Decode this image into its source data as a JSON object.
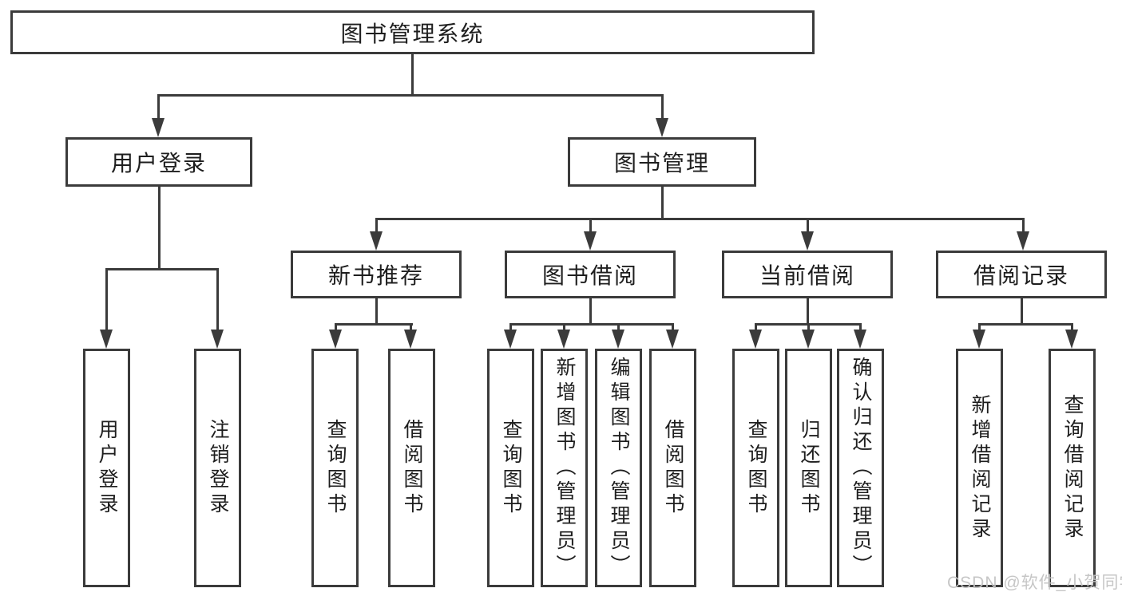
{
  "diagram": {
    "title": "图书管理系统",
    "root": {
      "label": "图书管理系统"
    },
    "level2": [
      {
        "label": "用户登录"
      },
      {
        "label": "图书管理"
      }
    ],
    "level3": [
      {
        "label": "新书推荐"
      },
      {
        "label": "图书借阅"
      },
      {
        "label": "当前借阅"
      },
      {
        "label": "借阅记录"
      }
    ],
    "leaves": {
      "login": [
        {
          "label": "用户登录"
        },
        {
          "label": "注销登录"
        }
      ],
      "new_books": [
        {
          "label": "查询图书"
        },
        {
          "label": "借阅图书"
        }
      ],
      "book_borrow": [
        {
          "label": "查询图书"
        },
        {
          "label": "新增图书（管理员）"
        },
        {
          "label": "编辑图书（管理员）"
        },
        {
          "label": "借阅图书"
        }
      ],
      "current_borrow": [
        {
          "label": "查询图书"
        },
        {
          "label": "归还图书"
        },
        {
          "label": "确认归还（管理员）"
        }
      ],
      "borrow_records": [
        {
          "label": "新增借阅记录"
        },
        {
          "label": "查询借阅记录"
        }
      ]
    },
    "watermark": "CSDN @软件_小贺同学",
    "colors": {
      "line": "#3b3b3b",
      "text": "#1e1e1e",
      "watermark": "#c3c3c3",
      "background": "#ffffff"
    }
  }
}
